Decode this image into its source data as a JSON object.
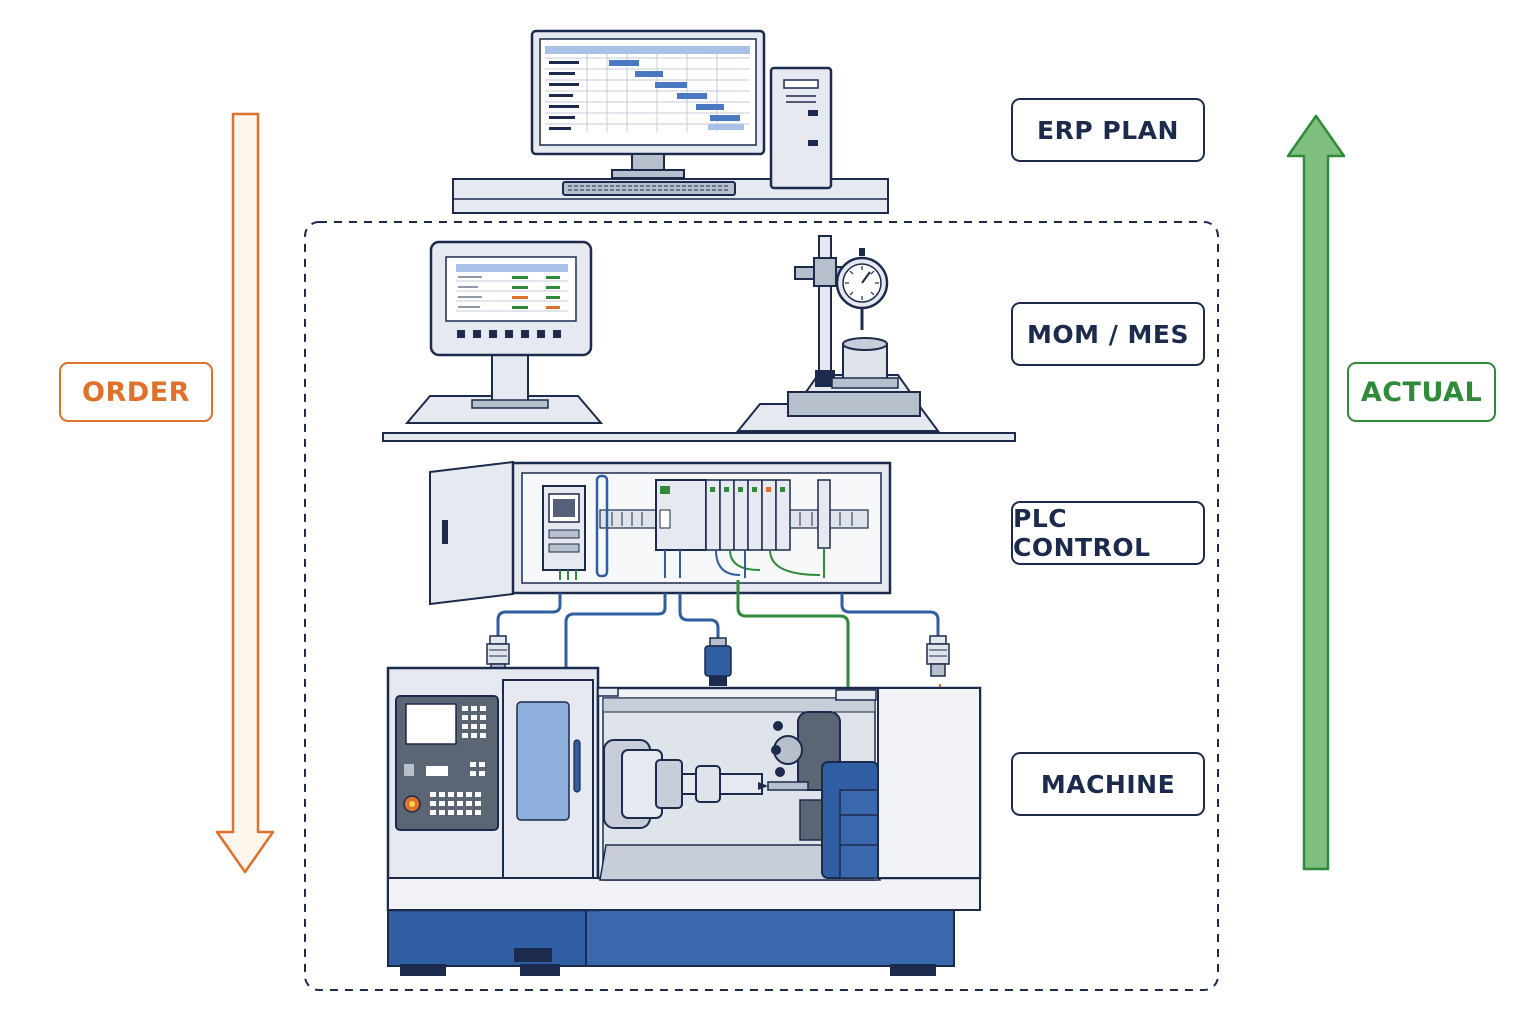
{
  "layers": {
    "erp": "ERP PLAN",
    "mom": "MOM / MES",
    "plc": "PLC CONTROL",
    "machine": "MACHINE"
  },
  "flows": {
    "down": "ORDER",
    "up": "ACTUAL"
  },
  "colors": {
    "ink": "#1c2b4d",
    "order": "#e0702a",
    "actual": "#2f8a3a",
    "machine_blue": "#2f5ea3",
    "panel_gray": "#e6e9ef"
  },
  "icons": [
    "desktop-computer-icon",
    "hmi-terminal-icon",
    "dial-gauge-icon",
    "plc-cabinet-icon",
    "sensor-icon",
    "cnc-lathe-icon"
  ]
}
